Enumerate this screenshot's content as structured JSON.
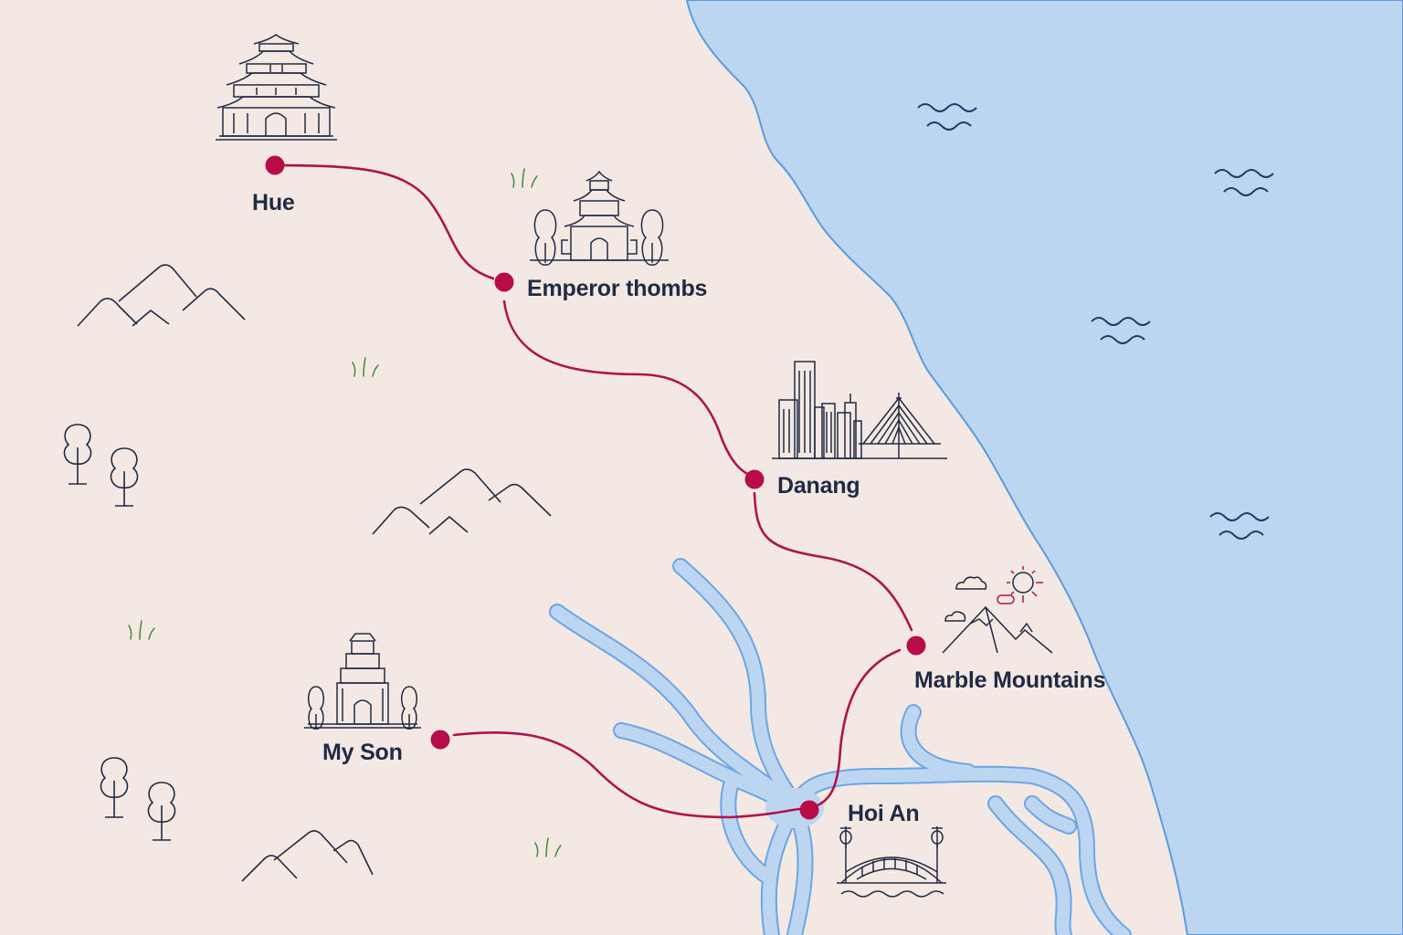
{
  "map": {
    "colors": {
      "land": "#f3e9e2",
      "sea": "#bcd6f2",
      "coast": "#5a9be0",
      "river": "#bcd6f2",
      "route": "#b0134b",
      "stop": "#b80c48",
      "ink": "#1f2a44",
      "grass": "#3f8a3a"
    },
    "stops": [
      {
        "id": "hue",
        "label": "Hue",
        "icon": "citadel-icon"
      },
      {
        "id": "emperor",
        "label": "Emperor thombs",
        "icon": "tomb-pavilion-icon"
      },
      {
        "id": "danang",
        "label": "Danang",
        "icon": "city-skyline-bridge-icon"
      },
      {
        "id": "marble",
        "label": "Marble Mountains",
        "icon": "mountains-sun-icon"
      },
      {
        "id": "hoian",
        "label": "Hoi An",
        "icon": "japanese-bridge-lantern-icon"
      },
      {
        "id": "myson",
        "label": "My Son",
        "icon": "temple-tower-icon"
      }
    ],
    "decorations": [
      "mountain-icon",
      "tree-icon",
      "grass-icon",
      "wave-icon"
    ]
  }
}
